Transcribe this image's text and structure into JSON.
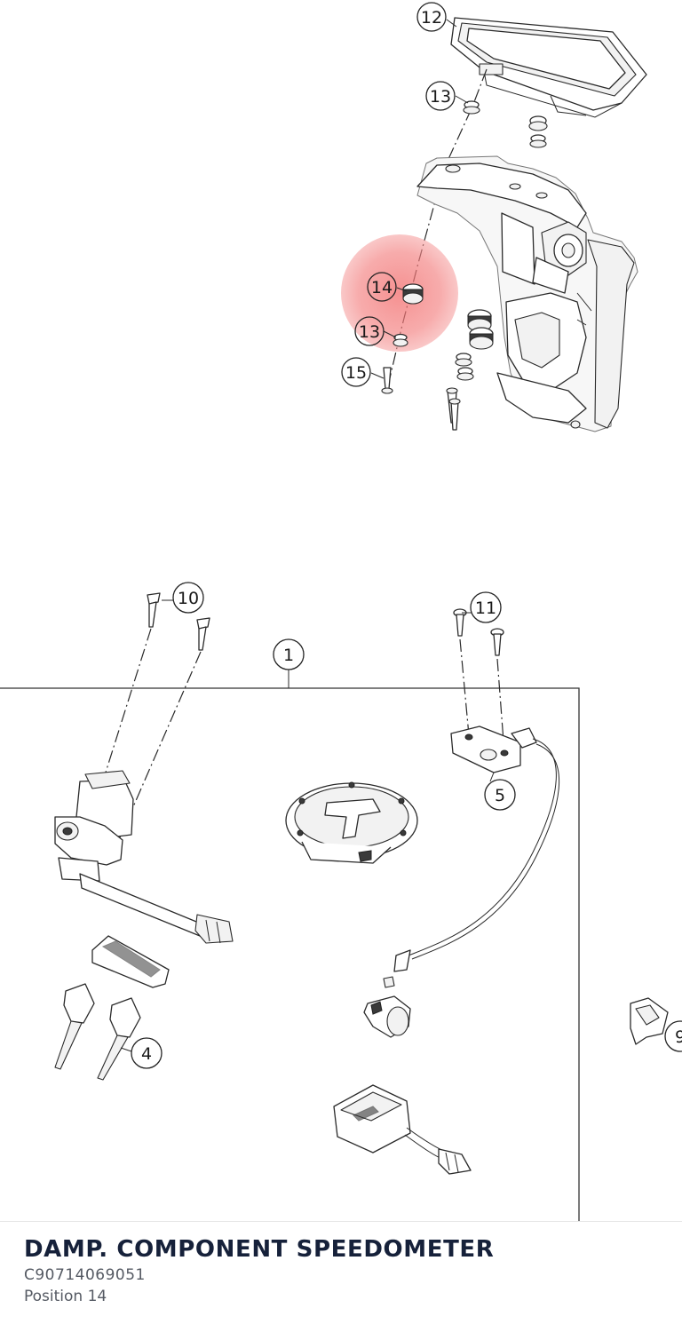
{
  "diagram": {
    "callouts": {
      "c12": "12",
      "c13a": "13",
      "c14": "14",
      "c13b": "13",
      "c15": "15",
      "c10": "10",
      "c11": "11",
      "c1": "1",
      "c5": "5",
      "c4": "4",
      "c9": "9"
    },
    "highlight_position": "14",
    "highlight_color": "#f37f7f"
  },
  "part": {
    "title": "DAMP. COMPONENT SPEEDOMETER",
    "number": "C90714069051",
    "position": "Position 14"
  }
}
